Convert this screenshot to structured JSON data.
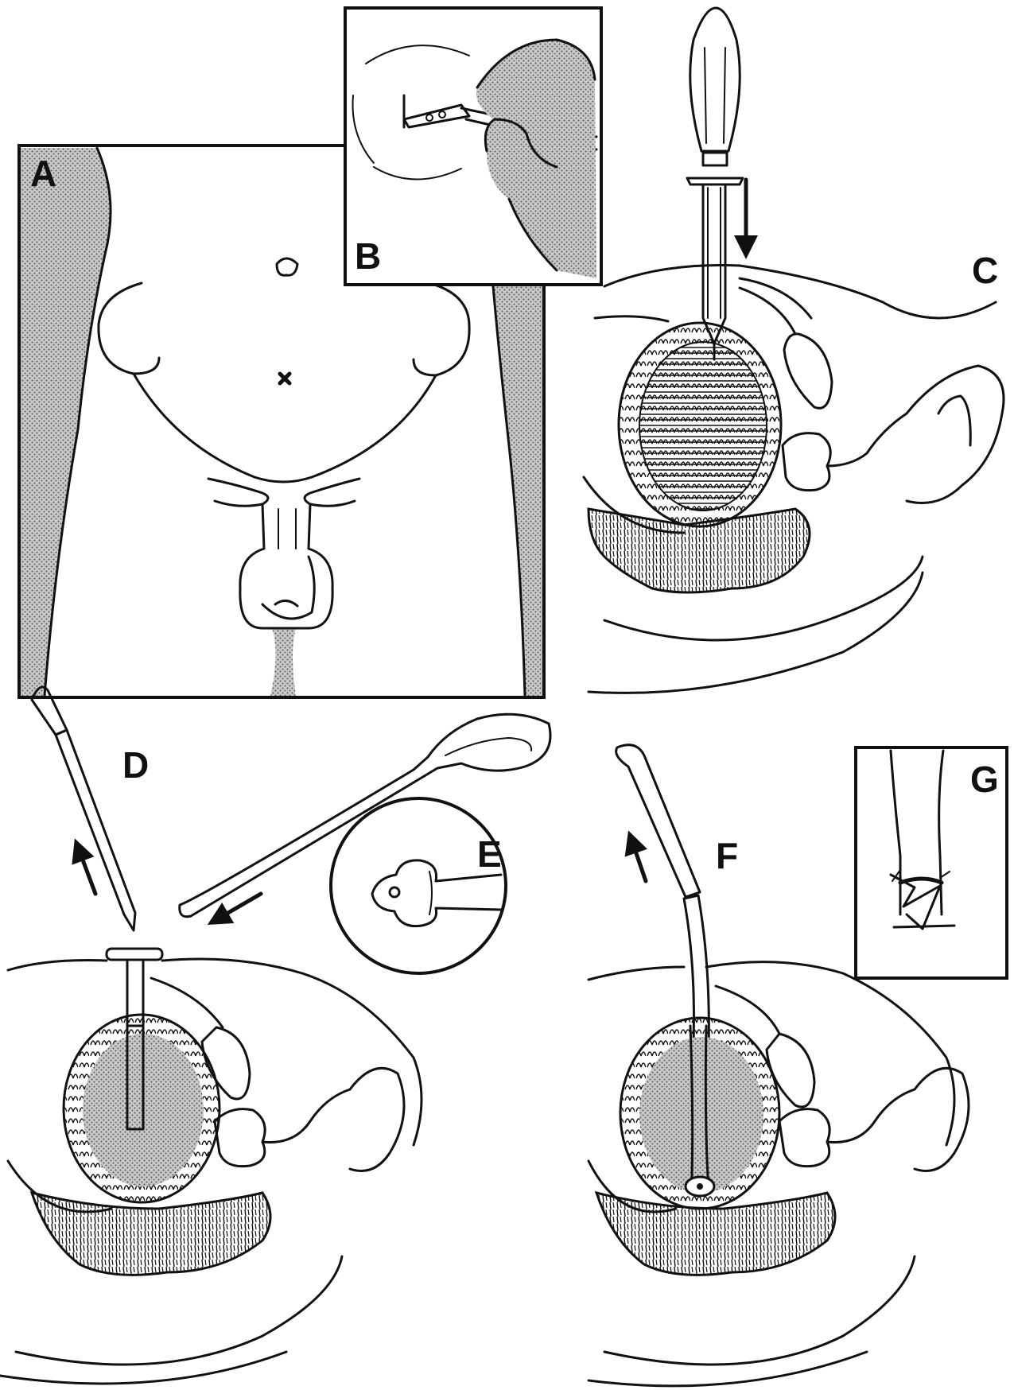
{
  "panels": {
    "a": {
      "label": "A"
    },
    "b": {
      "label": "B"
    },
    "c": {
      "label": "C"
    },
    "d": {
      "label": "D"
    },
    "e": {
      "label": "E"
    },
    "f": {
      "label": "F"
    },
    "g": {
      "label": "G"
    }
  },
  "colors": {
    "ink": "#111111",
    "background": "#ffffff",
    "stipple": "#8a8a8a"
  }
}
